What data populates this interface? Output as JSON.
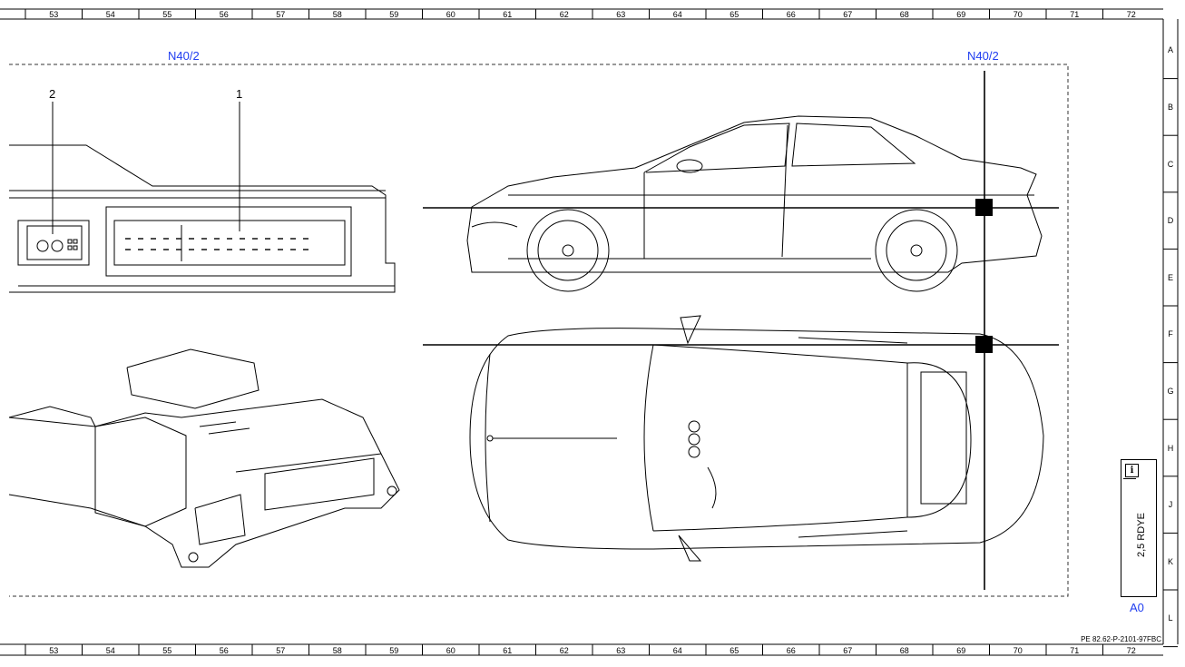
{
  "columns": [
    "53",
    "54",
    "55",
    "56",
    "57",
    "58",
    "59",
    "60",
    "61",
    "62",
    "63",
    "64",
    "65",
    "66",
    "67",
    "68",
    "69",
    "70",
    "71",
    "72"
  ],
  "rows": [
    "A",
    "B",
    "C",
    "D",
    "E",
    "F",
    "G",
    "H",
    "J",
    "K",
    "L"
  ],
  "component_label_left": "N40/2",
  "component_label_right": "N40/2",
  "callout_1": "1",
  "callout_2": "2",
  "info_icon": "info-icon",
  "wire_spec": "2,5 RDYE",
  "location_code": "A0",
  "document_id": "PE 82.62-P-2101-97FBC",
  "colors": {
    "label_blue": "#1f3df0",
    "line": "#000000"
  }
}
